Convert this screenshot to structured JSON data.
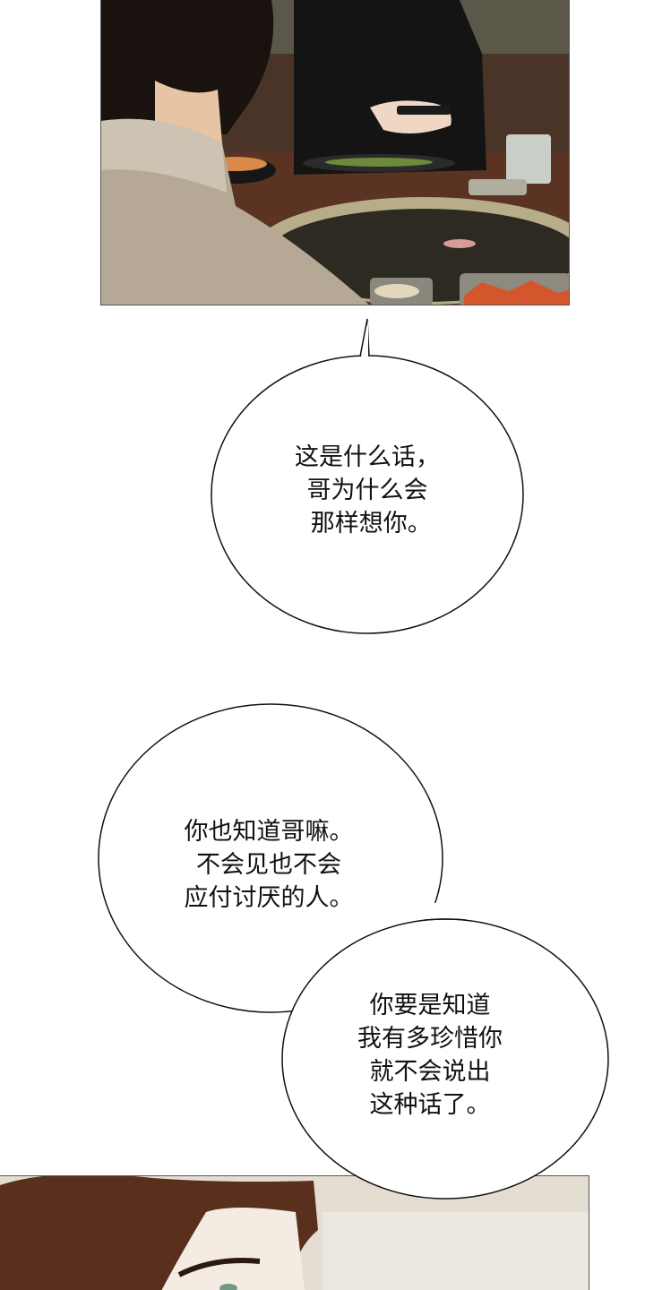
{
  "panels": [
    {
      "id": "top",
      "description": "Two men at a Korean BBQ restaurant table; one in a black turtleneck holding a phone, the other seen from behind in a beige knit sweater"
    },
    {
      "id": "bottom",
      "description": "Close-up of a brown-haired man's forehead and eye looking down"
    }
  ],
  "bubbles": [
    {
      "id": "b1",
      "lines": [
        "这是什么话，",
        "哥为什么会",
        "那样想你。"
      ]
    },
    {
      "id": "b2",
      "lines": [
        "你也知道哥嘛。",
        "不会见也不会",
        "应付讨厌的人。"
      ]
    },
    {
      "id": "b3",
      "lines": [
        "你要是知道",
        "我有多珍惜你",
        "就不会说出",
        "这种话了。"
      ]
    }
  ],
  "text": {
    "b1": "这是什么话，\n哥为什么会\n 那样想你。",
    "b2": "你也知道哥嘛。\n不会见也不会\n应付讨厌的人。",
    "b3": "你要是知道\n我有多珍惜你\n就不会说出\n这种话了。"
  },
  "colors": {
    "bubble_fill": "#ffffff",
    "bubble_stroke": "#111111",
    "text": "#111111"
  }
}
